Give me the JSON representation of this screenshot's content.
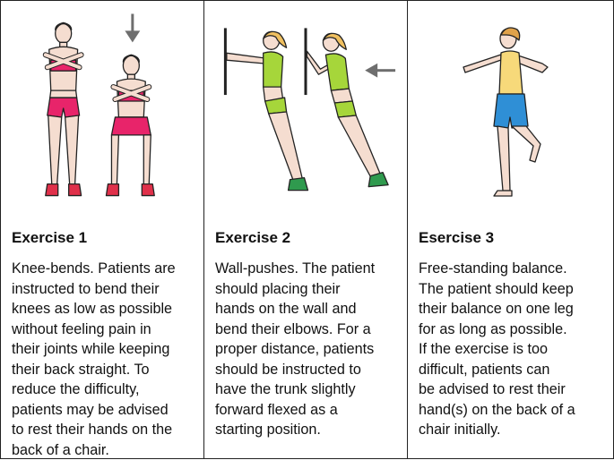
{
  "panels": [
    {
      "title": "Exercise 1",
      "lines": [
        "Knee-bends. Patients are",
        "instructed to bend their",
        "knees as low as possible",
        "without feeling pain in",
        "their joints while keeping",
        "their back straight. To",
        "reduce the difficulty,",
        "patients may be advised",
        "to rest their hands on the",
        "back of a chair."
      ]
    },
    {
      "title": "Exercise 2",
      "lines": [
        "Wall-pushes. The patient",
        "should placing their",
        "hands on the wall and",
        "bend their elbows. For a",
        "proper distance, patients",
        "should be instructed to",
        "have the trunk slightly",
        "forward flexed as a",
        "starting position."
      ]
    },
    {
      "title": "Esercise 3",
      "lines": [
        "Free-standing balance.",
        "The patient should keep",
        "their balance on one leg",
        "for as long as possible.",
        "If the exercise is too",
        "difficult, patients can",
        "be advised to rest their",
        "hand(s) on the back of a",
        "chair initially."
      ]
    }
  ],
  "colors": {
    "skin": "#f5ddd0",
    "shorts_red": "#e8246a",
    "top_green": "#a6d63a",
    "shoes_green": "#2f9a4e",
    "hair_blonde": "#f0c060",
    "top_yellow": "#f7d97a",
    "shorts_blue": "#2f8fd6",
    "arrow_gray": "#6e6e6e"
  }
}
